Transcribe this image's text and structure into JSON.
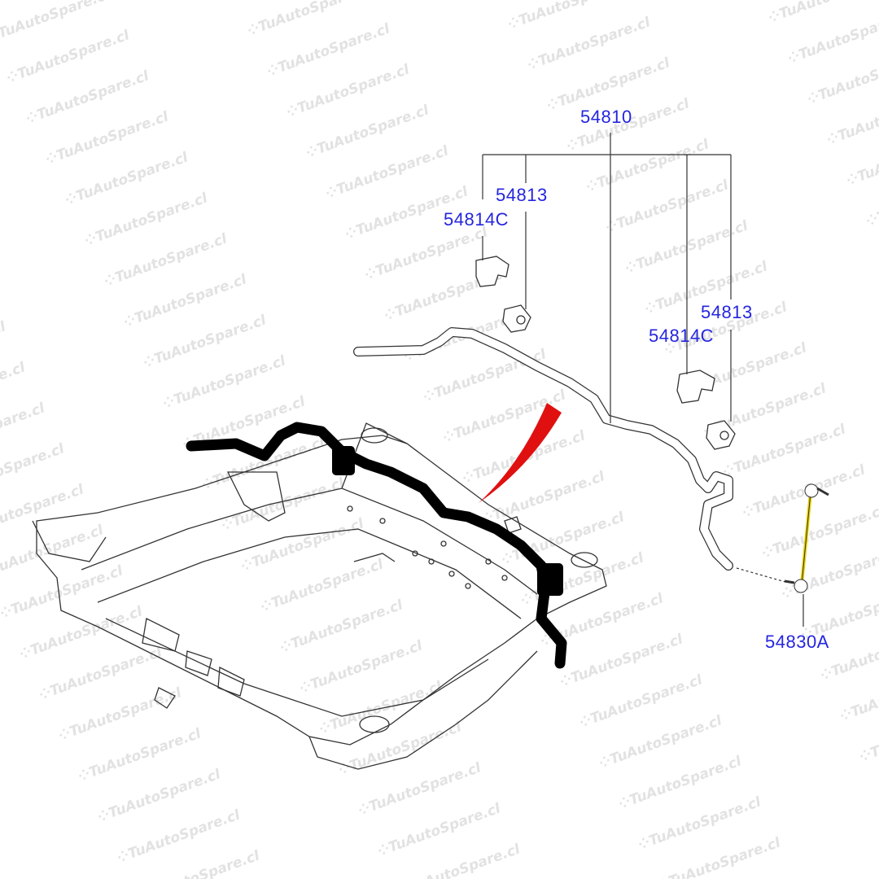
{
  "watermark": "TuAutoSpare.cl",
  "labels": {
    "stabilizer_bar": "54810",
    "bushing_left": "54813",
    "bracket_left": "54814C",
    "bushing_right": "54813",
    "bracket_right": "54814C",
    "link": "54830A"
  },
  "colors": {
    "label": "#2525e0",
    "highlight": "#000000",
    "arrow": "#e01010",
    "link": "#e8d000"
  }
}
